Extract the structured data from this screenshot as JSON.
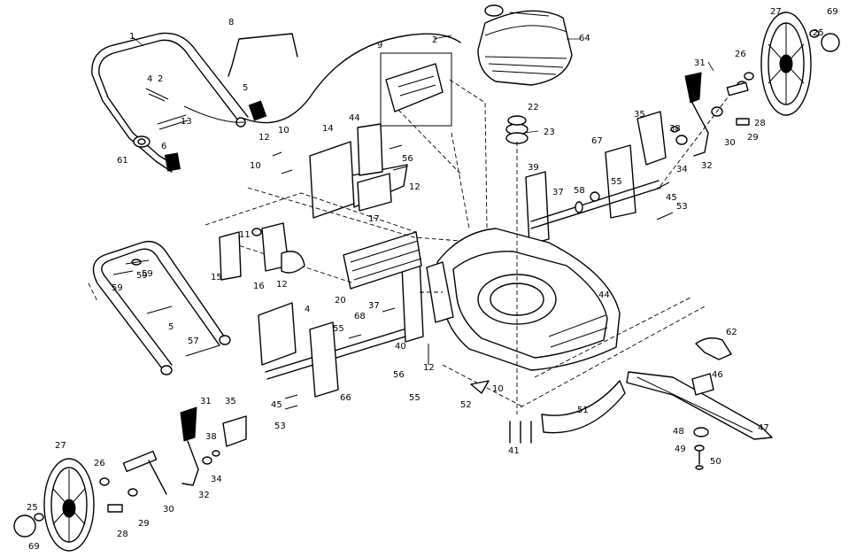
{
  "callouts": [
    {
      "id": "c1",
      "text": "1"
    },
    {
      "id": "c8",
      "text": "8"
    },
    {
      "id": "c2a",
      "text": "2"
    },
    {
      "id": "c9",
      "text": "9"
    },
    {
      "id": "c64",
      "text": "64"
    },
    {
      "id": "c27a",
      "text": "27"
    },
    {
      "id": "c69a",
      "text": "69"
    },
    {
      "id": "c25a",
      "text": "25"
    },
    {
      "id": "c4a",
      "text": "4"
    },
    {
      "id": "c2b",
      "text": "2"
    },
    {
      "id": "c5a",
      "text": "5"
    },
    {
      "id": "c13",
      "text": "13"
    },
    {
      "id": "c61",
      "text": "61"
    },
    {
      "id": "c6",
      "text": "6"
    },
    {
      "id": "c44a",
      "text": "44"
    },
    {
      "id": "c14",
      "text": "14"
    },
    {
      "id": "c10a",
      "text": "10"
    },
    {
      "id": "c12a",
      "text": "12"
    },
    {
      "id": "c10b",
      "text": "10"
    },
    {
      "id": "c56a",
      "text": "56"
    },
    {
      "id": "c12b",
      "text": "12"
    },
    {
      "id": "c17",
      "text": "17"
    },
    {
      "id": "c22",
      "text": "22"
    },
    {
      "id": "c23",
      "text": "23"
    },
    {
      "id": "c35a",
      "text": "35"
    },
    {
      "id": "c31a",
      "text": "31"
    },
    {
      "id": "c26a",
      "text": "26"
    },
    {
      "id": "c28a",
      "text": "28"
    },
    {
      "id": "c29a",
      "text": "29"
    },
    {
      "id": "c30a",
      "text": "30"
    },
    {
      "id": "c32a",
      "text": "32"
    },
    {
      "id": "c34a",
      "text": "34"
    },
    {
      "id": "c38a",
      "text": "38"
    },
    {
      "id": "c67",
      "text": "67"
    },
    {
      "id": "c39",
      "text": "39"
    },
    {
      "id": "c37a",
      "text": "37"
    },
    {
      "id": "c58",
      "text": "58"
    },
    {
      "id": "c55a",
      "text": "55"
    },
    {
      "id": "c45a",
      "text": "45"
    },
    {
      "id": "c53a",
      "text": "53"
    },
    {
      "id": "c11",
      "text": "11"
    },
    {
      "id": "c15",
      "text": "15"
    },
    {
      "id": "c16",
      "text": "16"
    },
    {
      "id": "c12c",
      "text": "12"
    },
    {
      "id": "c20",
      "text": "20"
    },
    {
      "id": "c44b",
      "text": "44"
    },
    {
      "id": "c59a",
      "text": "59"
    },
    {
      "id": "c59b",
      "text": "59"
    },
    {
      "id": "c59c",
      "text": "59"
    },
    {
      "id": "c4b",
      "text": "4"
    },
    {
      "id": "c5b",
      "text": "5"
    },
    {
      "id": "c68",
      "text": "68"
    },
    {
      "id": "c37b",
      "text": "37"
    },
    {
      "id": "c55b",
      "text": "55"
    },
    {
      "id": "c57",
      "text": "57"
    },
    {
      "id": "c40",
      "text": "40"
    },
    {
      "id": "c56b",
      "text": "56"
    },
    {
      "id": "c12d",
      "text": "12"
    },
    {
      "id": "c10c",
      "text": "10"
    },
    {
      "id": "c55c",
      "text": "55"
    },
    {
      "id": "c66",
      "text": "66"
    },
    {
      "id": "c45b",
      "text": "45"
    },
    {
      "id": "c53b",
      "text": "53"
    },
    {
      "id": "c62",
      "text": "62"
    },
    {
      "id": "c46",
      "text": "46"
    },
    {
      "id": "c47",
      "text": "47"
    },
    {
      "id": "c48",
      "text": "48"
    },
    {
      "id": "c49",
      "text": "49"
    },
    {
      "id": "c50",
      "text": "50"
    },
    {
      "id": "c51",
      "text": "51"
    },
    {
      "id": "c52",
      "text": "52"
    },
    {
      "id": "c41",
      "text": "41"
    },
    {
      "id": "c31b",
      "text": "31"
    },
    {
      "id": "c35b",
      "text": "35"
    },
    {
      "id": "c38b",
      "text": "38"
    },
    {
      "id": "c34b",
      "text": "34"
    },
    {
      "id": "c32b",
      "text": "32"
    },
    {
      "id": "c27b",
      "text": "27"
    },
    {
      "id": "c26b",
      "text": "26"
    },
    {
      "id": "c30b",
      "text": "30"
    },
    {
      "id": "c29b",
      "text": "29"
    },
    {
      "id": "c28b",
      "text": "28"
    },
    {
      "id": "c25b",
      "text": "25"
    },
    {
      "id": "c69b",
      "text": "69"
    }
  ]
}
